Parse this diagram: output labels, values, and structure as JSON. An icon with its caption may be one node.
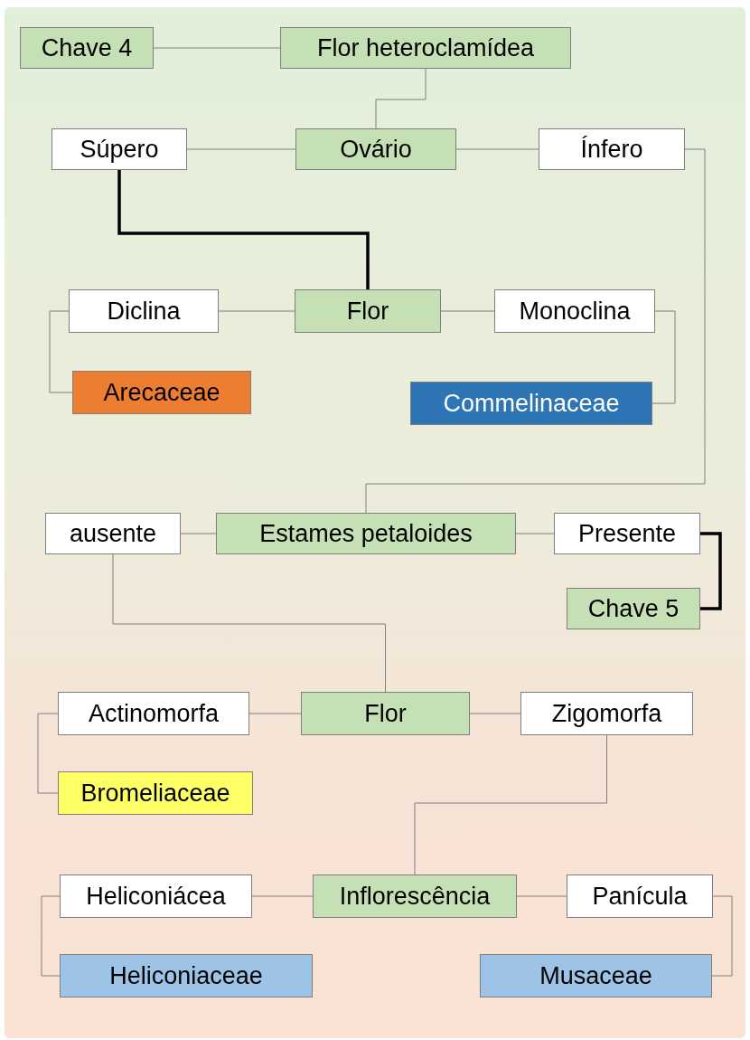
{
  "diagram": {
    "nodes": [
      {
        "text": [
          "Chave 4"
        ]
      },
      {
        "text": [
          "Flor heteroclamídea"
        ]
      },
      {
        "text": [
          "Súpero"
        ]
      },
      {
        "text": [
          "Ovário"
        ]
      },
      {
        "text": [
          "Ínfero"
        ]
      },
      {
        "text": [
          "Diclina"
        ]
      },
      {
        "text": [
          "Flor"
        ]
      },
      {
        "text": [
          "Monoclina"
        ]
      },
      {
        "text": [
          "Arecaceae"
        ]
      },
      {
        "text": [
          "Commelinaceae"
        ]
      },
      {
        "text": [
          "ausente"
        ]
      },
      {
        "text": [
          "Estames petaloides"
        ]
      },
      {
        "text": [
          "Presente"
        ]
      },
      {
        "text": [
          "Chave 5"
        ]
      },
      {
        "text": [
          "Actinomorfa"
        ]
      },
      {
        "text": [
          "Flor"
        ]
      },
      {
        "text": [
          "Zigomorfa"
        ]
      },
      {
        "text": [
          "Bromeliaceae"
        ]
      },
      {
        "text": [
          "Heliconiácea"
        ]
      },
      {
        "text": [
          "Inflorescência"
        ]
      },
      {
        "text": [
          "Panícula"
        ]
      },
      {
        "text": [
          "Heliconiaceae"
        ]
      },
      {
        "text": [
          "Musaceae"
        ]
      }
    ],
    "edges": [
      {
        "from": 0,
        "to": 1,
        "arrow": "none"
      },
      {
        "from": 1,
        "to": 3,
        "arrow": "none"
      },
      {
        "from": 3,
        "to": 2,
        "arrow": "none"
      },
      {
        "from": 3,
        "to": 4,
        "arrow": "none"
      },
      {
        "from": 2,
        "to": 6,
        "arrow": "none",
        "style": "thick",
        "color": "#000000"
      },
      {
        "from": 4,
        "to": 11,
        "arrow": "none"
      },
      {
        "from": 6,
        "to": 5,
        "arrow": "none"
      },
      {
        "from": 6,
        "to": 7,
        "arrow": "none"
      },
      {
        "from": 5,
        "to": 8,
        "arrow": "none"
      },
      {
        "from": 7,
        "to": 9,
        "arrow": "none"
      },
      {
        "from": 11,
        "to": 10,
        "arrow": "none"
      },
      {
        "from": 11,
        "to": 12,
        "arrow": "none"
      },
      {
        "from": 12,
        "to": 13,
        "arrow": "none",
        "style": "thick",
        "color": "#000000"
      },
      {
        "from": 10,
        "to": 15,
        "arrow": "none"
      },
      {
        "from": 15,
        "to": 14,
        "arrow": "none"
      },
      {
        "from": 15,
        "to": 16,
        "arrow": "none"
      },
      {
        "from": 14,
        "to": 17,
        "arrow": "none"
      },
      {
        "from": 16,
        "to": 19,
        "arrow": "none"
      },
      {
        "from": 19,
        "to": 18,
        "arrow": "none"
      },
      {
        "from": 19,
        "to": 20,
        "arrow": "none"
      },
      {
        "from": 18,
        "to": 21,
        "arrow": "none"
      },
      {
        "from": 20,
        "to": 22,
        "arrow": "none"
      }
    ]
  }
}
